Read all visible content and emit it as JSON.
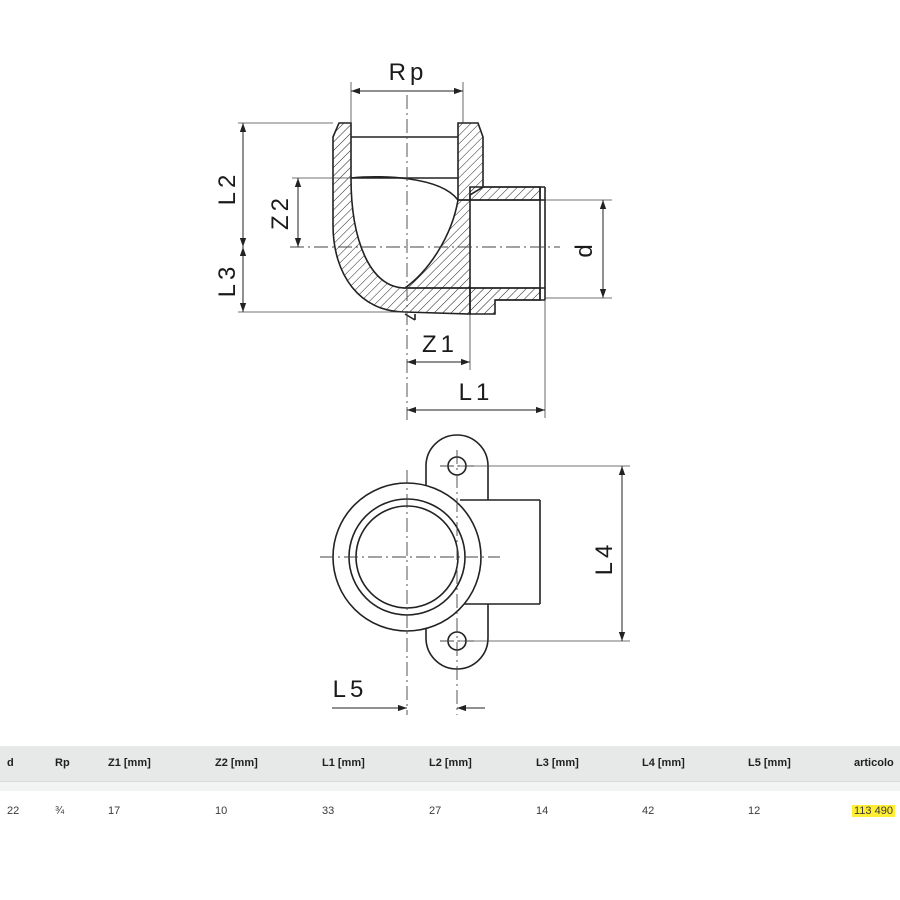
{
  "drawing": {
    "labels": {
      "rp": "Rp",
      "l2": "L2",
      "z2": "Z2",
      "l3": "L3",
      "d": "d",
      "z1": "Z1",
      "l1": "L1",
      "l4": "L4",
      "l5": "L5"
    }
  },
  "table": {
    "headers": [
      "d",
      "Rp",
      "Z1 [mm]",
      "Z2 [mm]",
      "L1 [mm]",
      "L2 [mm]",
      "L3 [mm]",
      "L4 [mm]",
      "L5 [mm]",
      "articolo"
    ],
    "rows": [
      [
        "22",
        "¾",
        "17",
        "10",
        "33",
        "27",
        "14",
        "42",
        "12",
        "113 490"
      ]
    ],
    "highlight_color": "#ffee33"
  }
}
